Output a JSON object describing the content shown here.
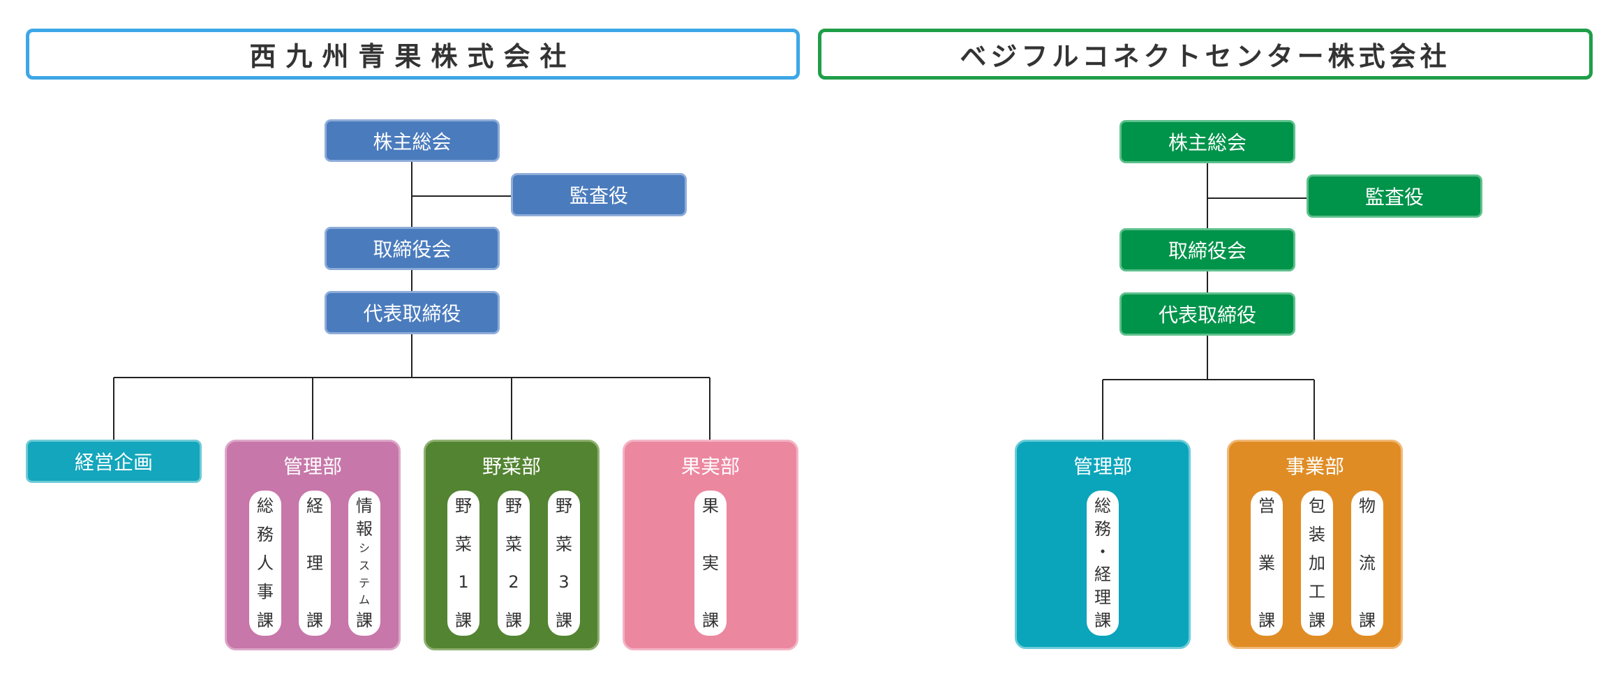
{
  "left_org": {
    "title": "西九州青果株式会社",
    "shareholders": "株主総会",
    "auditor": "監査役",
    "board": "取締役会",
    "president": "代表取締役",
    "planning": "経営企画",
    "departments": [
      {
        "name": "管理部",
        "color": "#c777a9",
        "sections": [
          {
            "chars": [
              "総",
              "務",
              "人",
              "事",
              "課"
            ]
          },
          {
            "chars": [
              "経",
              "",
              "理",
              "",
              "課"
            ]
          },
          {
            "chars": [
              "情",
              "報",
              "シ",
              "ス",
              "テ",
              "ム",
              "課"
            ]
          }
        ]
      },
      {
        "name": "野菜部",
        "color": "#538432",
        "sections": [
          {
            "chars": [
              "野",
              "菜",
              "1",
              "課"
            ]
          },
          {
            "chars": [
              "野",
              "菜",
              "2",
              "課"
            ]
          },
          {
            "chars": [
              "野",
              "菜",
              "3",
              "課"
            ]
          }
        ]
      },
      {
        "name": "果実部",
        "color": "#ec87a0",
        "sections": [
          {
            "chars": [
              "果",
              "",
              "実",
              "",
              "課"
            ]
          }
        ]
      }
    ]
  },
  "right_org": {
    "title": "ベジフルコネクトセンター株式会社",
    "shareholders": "株主総会",
    "auditor": "監査役",
    "board": "取締役会",
    "president": "代表取締役",
    "departments": [
      {
        "name": "管理部",
        "color": "#0aa5bb",
        "sections": [
          {
            "chars": [
              "総",
              "務",
              "・",
              "経",
              "理",
              "課"
            ]
          }
        ]
      },
      {
        "name": "事業部",
        "color": "#e08c24",
        "sections": [
          {
            "chars": [
              "営",
              "",
              "業",
              "",
              "課"
            ]
          },
          {
            "chars": [
              "包",
              "装",
              "加",
              "工",
              "課"
            ]
          },
          {
            "chars": [
              "物",
              "",
              "流",
              "",
              "課"
            ]
          }
        ]
      }
    ]
  }
}
